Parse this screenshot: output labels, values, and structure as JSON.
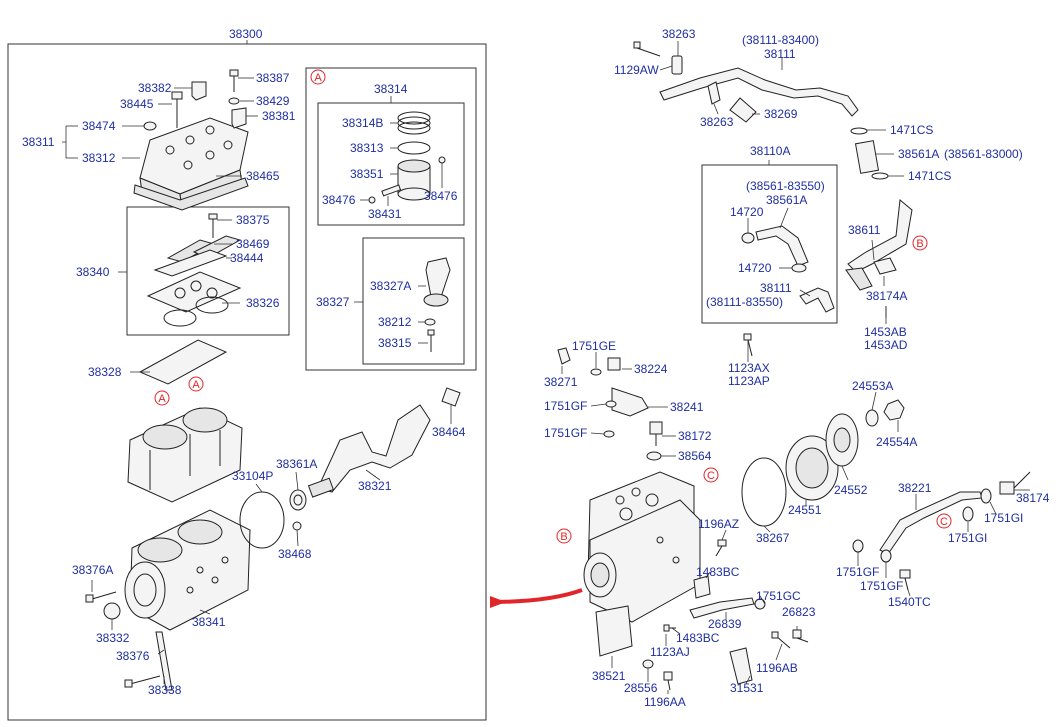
{
  "labels": {
    "l38300": "38300",
    "l38382": "38382",
    "l38387": "38387",
    "l38445": "38445",
    "l38429": "38429",
    "l38381": "38381",
    "l38311": "38311",
    "l38474": "38474",
    "l38312": "38312",
    "l38465": "38465",
    "l38375": "38375",
    "l38469": "38469",
    "l38444": "38444",
    "l38340": "38340",
    "l38326": "38326",
    "l38328": "38328",
    "l33104P": "33104P",
    "l38361A": "38361A",
    "l38321": "38321",
    "l38464": "38464",
    "l38468": "38468",
    "l38376A": "38376A",
    "l38341": "38341",
    "l38332": "38332",
    "l38376": "38376",
    "l38338": "38338",
    "l38314": "38314",
    "l38314B": "38314B",
    "l38313": "38313",
    "l38351": "38351",
    "l38476a": "38476",
    "l38476b": "38476",
    "l38431": "38431",
    "l38327": "38327",
    "l38327A": "38327A",
    "l38212": "38212",
    "l38315": "38315",
    "l38263a": "38263",
    "l1129AW": "1129AW",
    "l38111code": "(38111-83400)",
    "l38111": "38111",
    "l38263b": "38263",
    "l38269": "38269",
    "l1471CSa": "1471CS",
    "l38561A": "38561A",
    "l38561code": "(38561-83000)",
    "l1471CSb": "1471CS",
    "l38110A": "38110A",
    "l38561code2": "(38561-83550)",
    "l38561A2": "38561A",
    "l14720a": "14720",
    "l14720b": "14720",
    "l38111b": "38111",
    "l38111code2": "(38111-83550)",
    "l38611": "38611",
    "l38174A": "38174A",
    "l1453AB": "1453AB",
    "l1453AD": "1453AD",
    "l1123AX": "1123AX",
    "l1123AP": "1123AP",
    "l1751GEa": "1751GE",
    "l38224": "38224",
    "l38271": "38271",
    "l1751GFa": "1751GF",
    "l38241": "38241",
    "l1751GFb": "1751GF",
    "l38172": "38172",
    "l38564": "38564",
    "l24553A": "24553A",
    "l24554A": "24554A",
    "l24552": "24552",
    "l24551": "24551",
    "l38267": "38267",
    "l1196AZ": "1196AZ",
    "l38221": "38221",
    "l38174": "38174",
    "l1751GIa": "1751GI",
    "l1751GIb": "1751GI",
    "l1751GFc": "1751GF",
    "l1751GFd": "1751GF",
    "l1540TC": "1540TC",
    "l1483BCa": "1483BC",
    "l1751GC": "1751GC",
    "l26823": "26823",
    "l26839": "26839",
    "l1483BCb": "1483BC",
    "l1123AJ": "1123AJ",
    "l1196AB": "1196AB",
    "l38521": "38521",
    "l28556": "28556",
    "l31531": "31531",
    "l1196AA": "1196AA"
  },
  "markers": {
    "a1": "A",
    "a2": "A",
    "a3": "A",
    "b1": "B",
    "b2": "B",
    "c1": "C",
    "c2": "C"
  }
}
